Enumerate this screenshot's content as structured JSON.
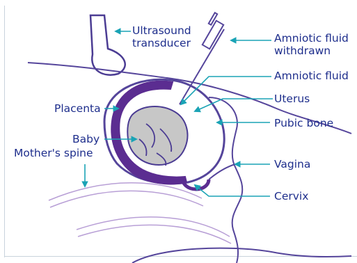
{
  "labels": {
    "ultrasound_transducer_1": "Ultrasound",
    "ultrasound_transducer_2": "transducer",
    "amniotic_fluid_withdrawn_1": "Amniotic fluid",
    "amniotic_fluid_withdrawn_2": "withdrawn",
    "amniotic_fluid": "Amniotic fluid",
    "uterus": "Uterus",
    "placenta": "Placenta",
    "pubic_bone": "Pubic bone",
    "baby": "Baby",
    "mothers_spine": "Mother's spine",
    "vagina": "Vagina",
    "cervix": "Cervix"
  },
  "colors": {
    "label_text": "#1e2e8c",
    "pointer": "#1aa3b5",
    "outline": "#55459b",
    "placenta": "#5b2d91",
    "baby_fill": "#c7c7c7",
    "transducer": "#4b3c93",
    "spine_lines": "#b89fd6"
  }
}
